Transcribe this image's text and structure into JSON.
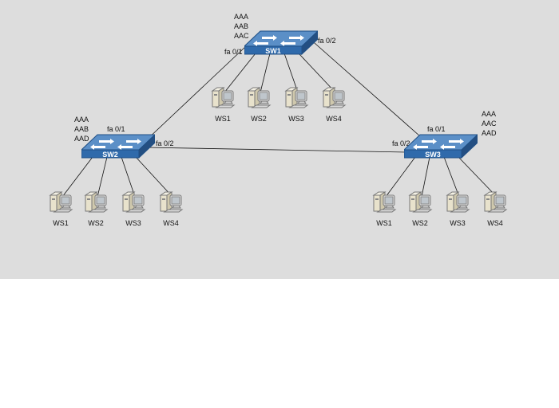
{
  "colors": {
    "background": "#dddddd",
    "switch_top": "#5b8fc7",
    "switch_front": "#2f6aab",
    "link": "#111111"
  },
  "switches": [
    {
      "name": "SW1",
      "vlans": [
        "AAA",
        "AAB",
        "AAC"
      ],
      "ports": [
        "fa 0/1",
        "fa 0/2"
      ],
      "workstations": [
        "WS1",
        "WS2",
        "WS3",
        "WS4"
      ]
    },
    {
      "name": "SW2",
      "vlans": [
        "AAA",
        "AAB",
        "AAD"
      ],
      "ports": [
        "fa 0/1",
        "fa 0/2"
      ],
      "workstations": [
        "WS1",
        "WS2",
        "WS3",
        "WS4"
      ]
    },
    {
      "name": "SW3",
      "vlans": [
        "AAA",
        "AAC",
        "AAD"
      ],
      "ports": [
        "fa 0/1",
        "fa 0/2"
      ],
      "workstations": [
        "WS1",
        "WS2",
        "WS3",
        "WS4"
      ]
    }
  ]
}
